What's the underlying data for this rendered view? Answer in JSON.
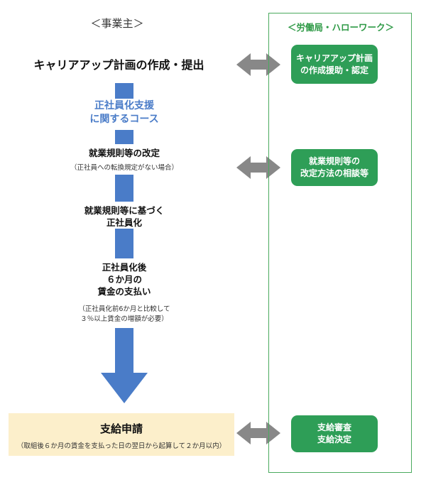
{
  "employer": {
    "header": "＜事業主＞",
    "plan_title": "キャリアアップ計画の作成・提出",
    "course_label": [
      "正社員化支援",
      "に関するコース"
    ],
    "steps": [
      {
        "title": [
          "就業規則等の改定"
        ],
        "note": [
          "（正社員への転換規定がない場合）"
        ]
      },
      {
        "title": [
          "就業規則等に基づく",
          "正社員化"
        ],
        "note": []
      },
      {
        "title": [
          "正社員化後",
          "６か月の",
          "賃金の支払い"
        ],
        "note": [
          "（正社員化前6か月と比較して",
          "３％以上賃金の増額が必要）"
        ]
      }
    ],
    "application": {
      "title": "支給申請",
      "note": "（取組後６か月の賃金を支払った日の翌日から起算して２か月以内）"
    }
  },
  "bureau": {
    "header": "＜労働局・ハローワーク＞",
    "boxes": [
      {
        "lines": [
          "キャリアアップ計画",
          "の作成援助・認定"
        ]
      },
      {
        "lines": [
          "就業規則等の",
          "改定方法の相談等"
        ]
      },
      {
        "lines": [
          "支給審査",
          "支給決定"
        ]
      }
    ]
  },
  "colors": {
    "flow_blue": "#4a7cc8",
    "bureau_green": "#2e9e57",
    "bureau_frame": "#4aaa5e",
    "arrow_gray": "#888888",
    "application_bg": "#fcefcb"
  }
}
